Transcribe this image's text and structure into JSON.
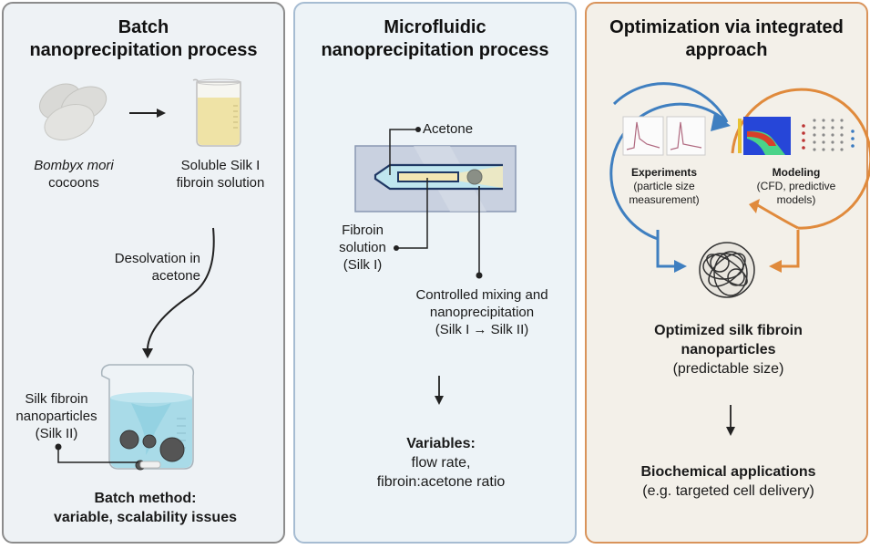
{
  "panels": {
    "batch": {
      "title_line1": "Batch",
      "title_line2": "nanoprecipitation process",
      "cocoon_label_species": "Bombyx mori",
      "cocoon_label_noun": "cocoons",
      "solution_label_line1": "Soluble Silk I",
      "solution_label_line2": "fibroin solution",
      "desolvation_line1": "Desolvation in",
      "desolvation_line2": "acetone",
      "nanoparticles_line1": "Silk fibroin",
      "nanoparticles_line2": "nanoparticles",
      "nanoparticles_line3": "(Silk II)",
      "conclusion_line1": "Batch method:",
      "conclusion_line2": "variable, scalability issues"
    },
    "microfluidic": {
      "title_line1": "Microfluidic",
      "title_line2": "nanoprecipitation process",
      "acetone_label": "Acetone",
      "fibroin_line1": "Fibroin",
      "fibroin_line2": "solution",
      "fibroin_line3": "(Silk I)",
      "mixing_line1": "Controlled mixing and",
      "mixing_line2": "nanoprecipitation",
      "mixing_line3": "(Silk I → Silk II)",
      "variables_title": "Variables:",
      "variables_line1": "flow rate,",
      "variables_line2": "fibroin:acetone ratio"
    },
    "optimization": {
      "title_line1": "Optimization via integrated",
      "title_line2": "approach",
      "experiments_title": "Experiments",
      "experiments_line1": "(particle size",
      "experiments_line2": "measurement)",
      "modeling_title": "Modeling",
      "modeling_line1": "(CFD, predictive",
      "modeling_line2": "models)",
      "result_line1": "Optimized silk fibroin",
      "result_line2": "nanoparticles",
      "result_line3": "(predictable size)",
      "app_title": "Biochemical applications",
      "app_line1": "(e.g. targeted cell delivery)"
    }
  },
  "colors": {
    "experiments_blue": "#3f7fc0",
    "modeling_orange": "#e08a3c",
    "panel1_border": "#8c8c8c",
    "panel2_border": "#a6bcd2",
    "panel3_border": "#d9935a"
  }
}
